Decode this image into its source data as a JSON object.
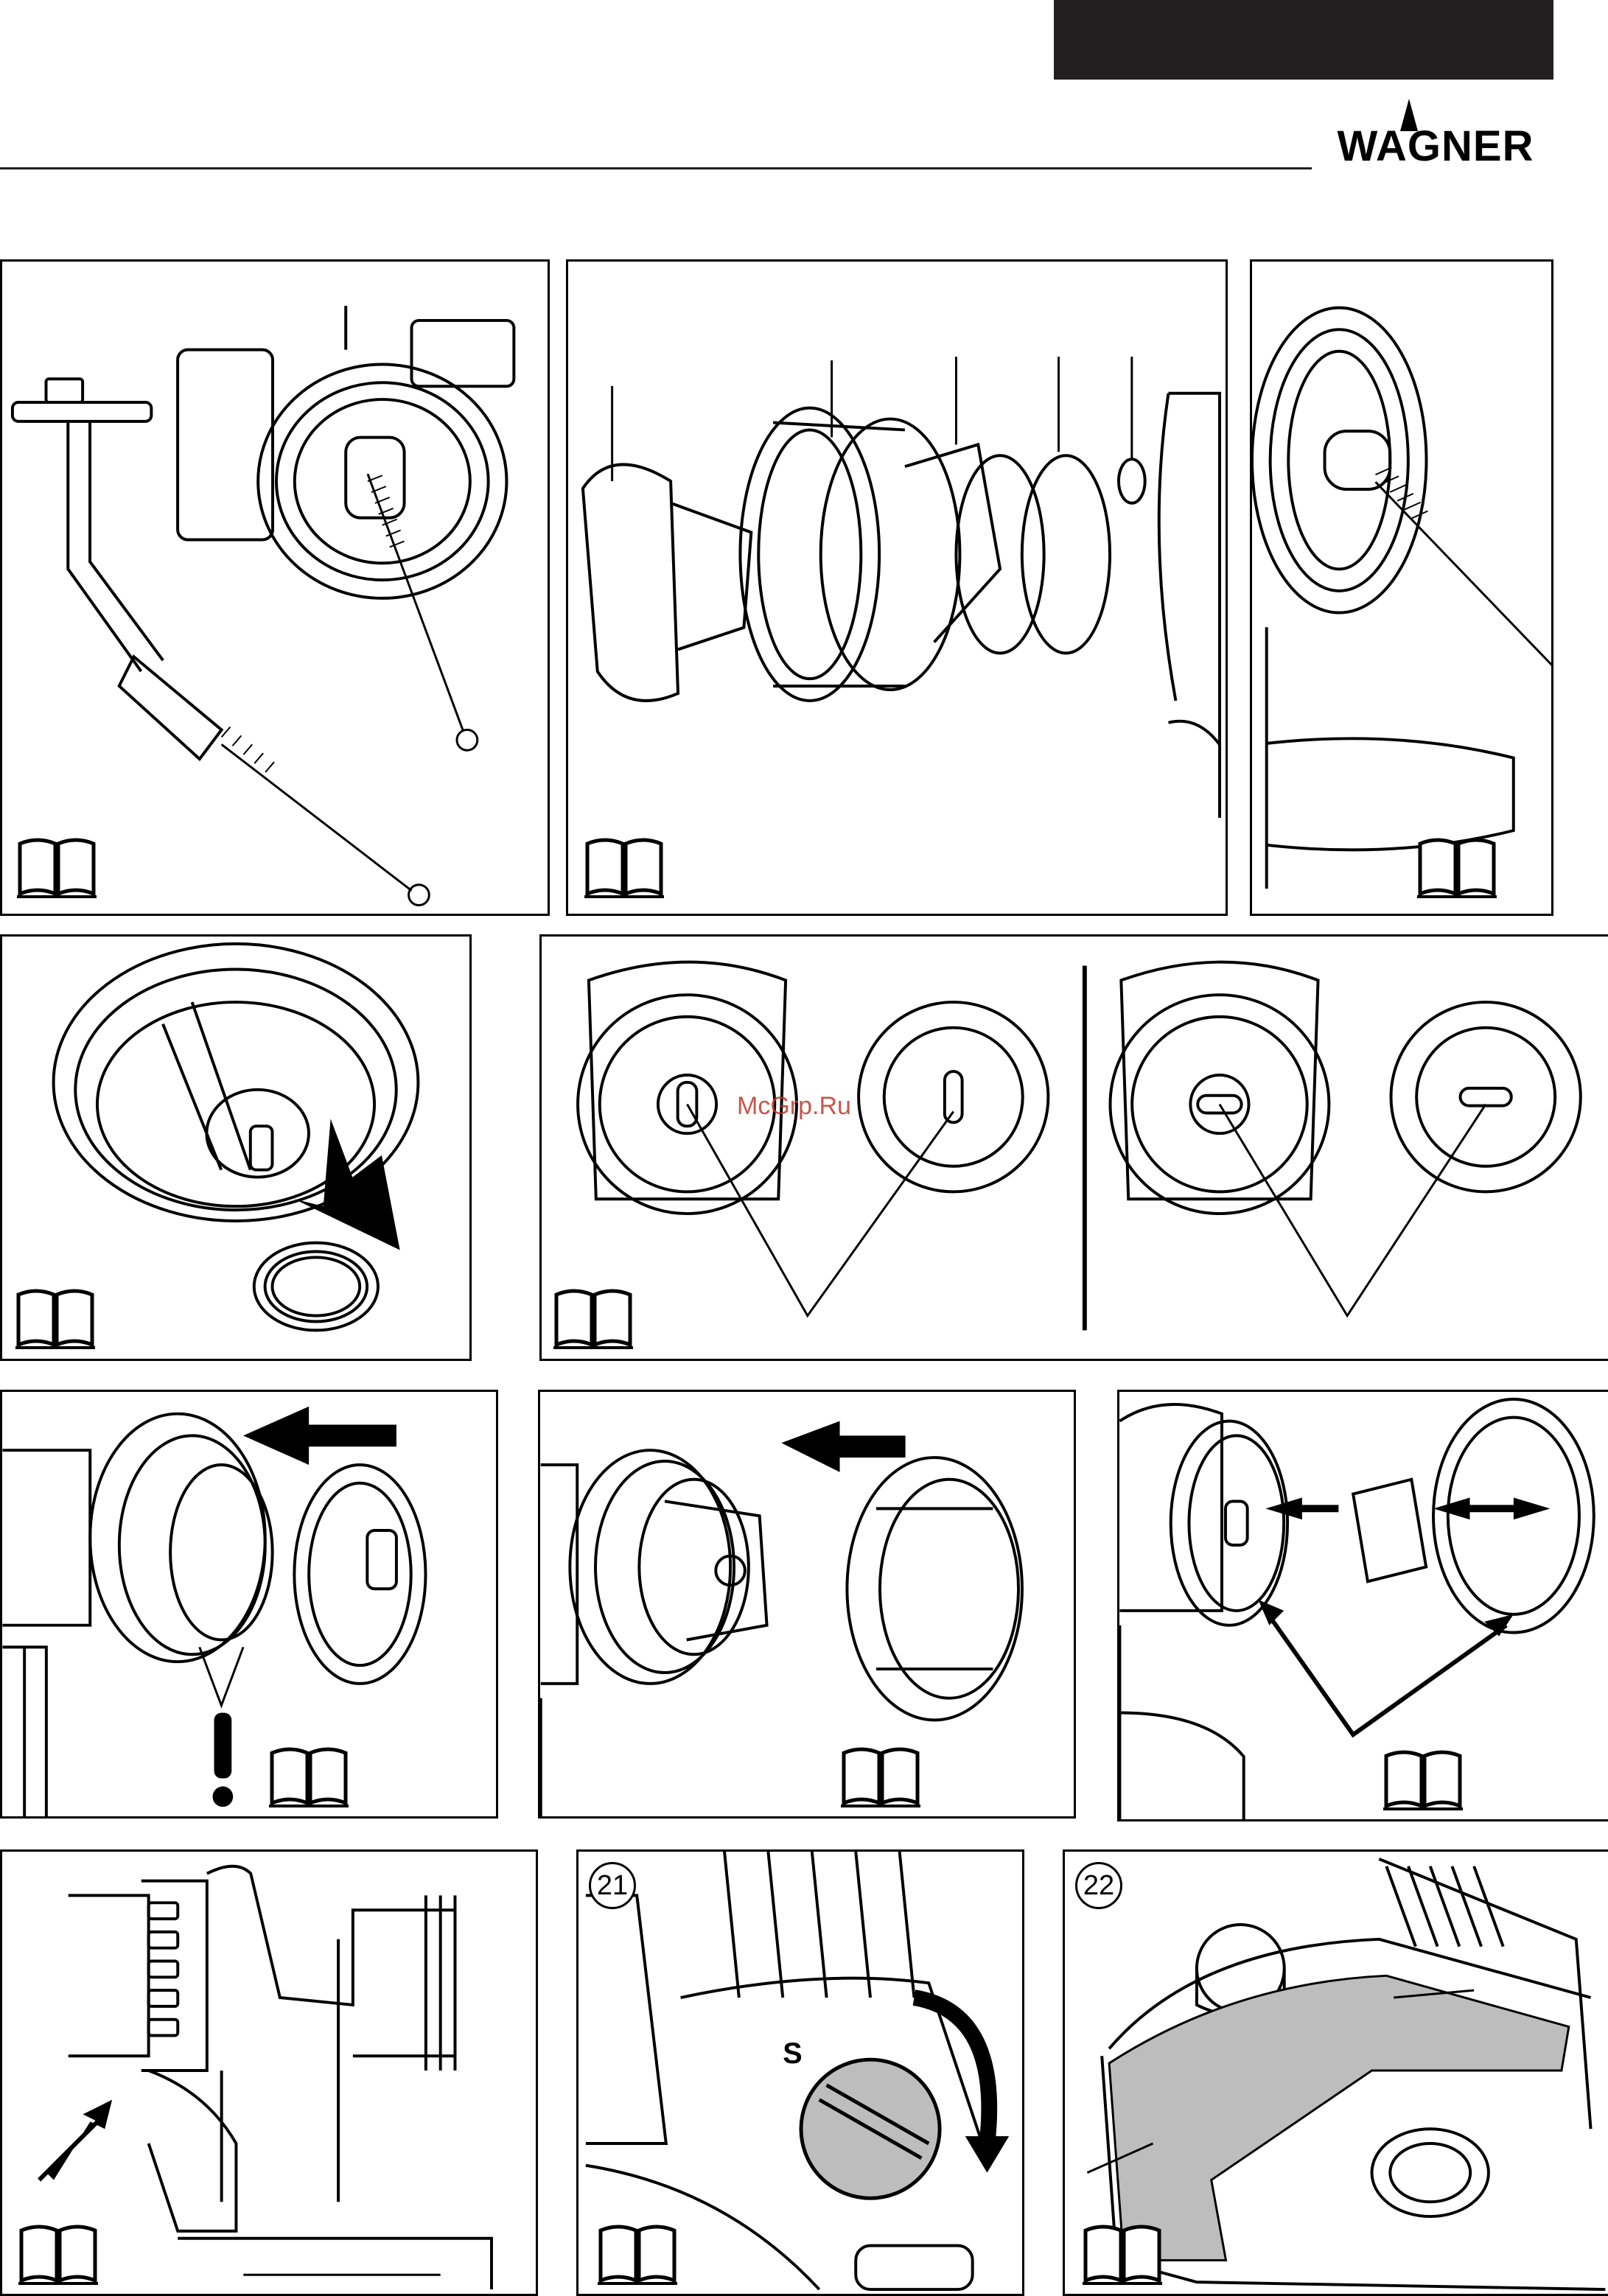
{
  "brand": {
    "name": "WAGNER"
  },
  "watermark": {
    "text": "McGrp.Ru"
  },
  "icons": {
    "manual": "open-book-icon",
    "warning": "exclamation-icon",
    "arrow": "arrow-icon",
    "rotate": "rotate-arrow-icon"
  },
  "steps": [
    {
      "id": "p1",
      "number": ""
    },
    {
      "id": "p2",
      "number": ""
    },
    {
      "id": "p3",
      "number": ""
    },
    {
      "id": "p4",
      "number": ""
    },
    {
      "id": "p5",
      "number": ""
    },
    {
      "id": "p6",
      "number": ""
    },
    {
      "id": "p7",
      "number": ""
    },
    {
      "id": "p8",
      "number": ""
    },
    {
      "id": "p9",
      "number": ""
    },
    {
      "id": "p10",
      "number": "21"
    },
    {
      "id": "p11",
      "number": "22"
    }
  ],
  "colors": {
    "ink": "#231f20",
    "highlight": "#bdbdbd",
    "watermark": "#c0392b"
  }
}
